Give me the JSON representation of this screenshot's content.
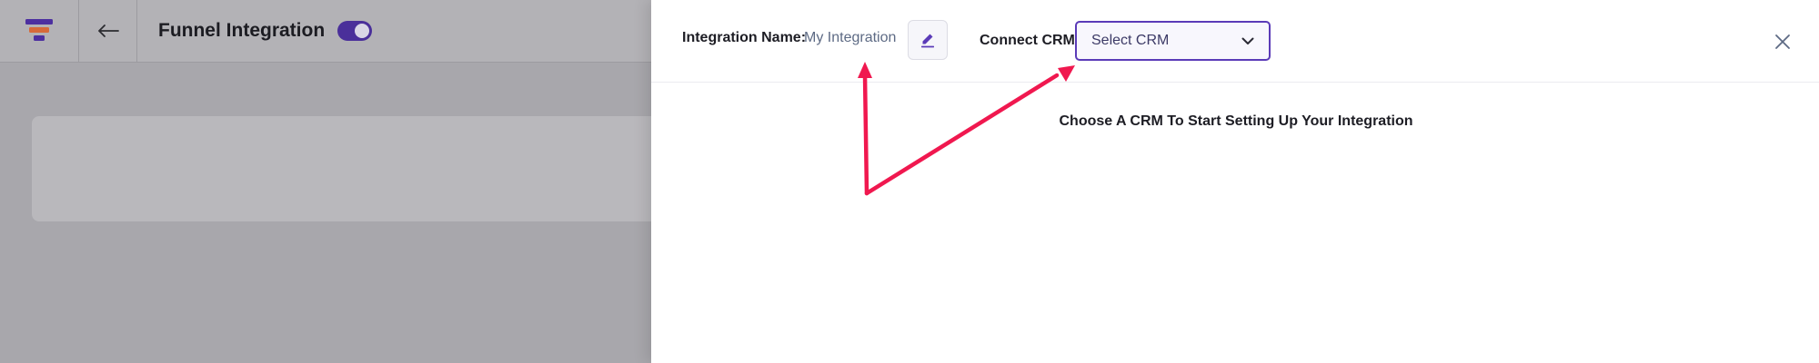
{
  "app": {
    "title": "Funnel Integration",
    "toggle_on": true
  },
  "panel": {
    "integration_name_label": "Integration Name:",
    "integration_name_value": "My Integration",
    "connect_crm_label": "Connect CRM",
    "crm_select": {
      "selected": "Select CRM"
    },
    "empty_message": "Choose A CRM To Start Setting Up Your Integration"
  },
  "icons": {
    "logo": "funnel-logo-icon",
    "back": "arrow-left-icon",
    "edit": "pencil-icon",
    "dropdown": "chevron-down-icon",
    "close": "close-icon"
  },
  "colors": {
    "accent": "#5b3bb8",
    "toggle": "#4a2f9a",
    "annotation_arrow": "#f0184f",
    "overlay": "#a8a7ac"
  }
}
